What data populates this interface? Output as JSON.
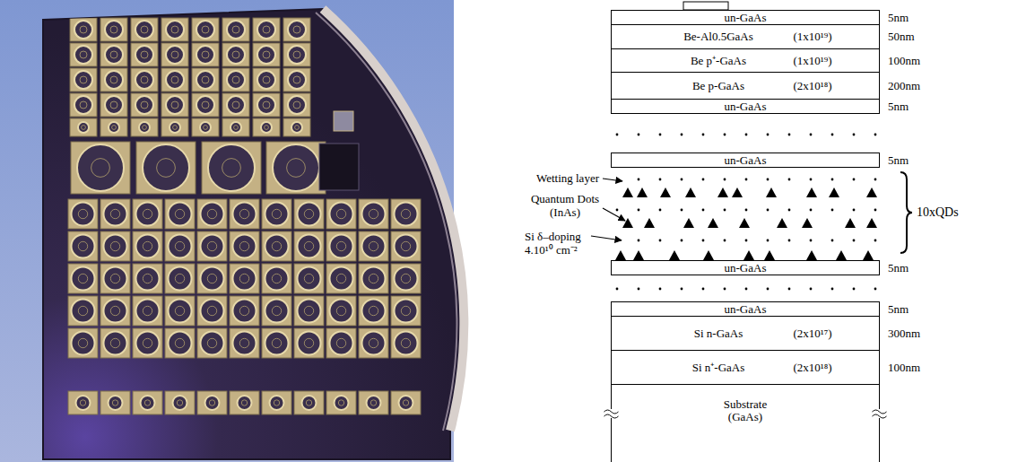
{
  "diagram": {
    "nodes": [
      {
        "text": [
          "un-GaAs"
        ]
      },
      {
        "text": [
          "Be-Al0.5GaAs",
          "(1x10¹⁹)"
        ]
      },
      {
        "text": [
          "Be p⁺-GaAs",
          "(1x10¹⁹)"
        ]
      },
      {
        "text": [
          "Be p-GaAs",
          "(2x10¹⁸)"
        ]
      },
      {
        "text": [
          "un-GaAs"
        ]
      },
      {
        "text": [
          "un-GaAs"
        ]
      },
      {
        "text": [
          "un-GaAs"
        ]
      },
      {
        "text": [
          "un-GaAs"
        ]
      },
      {
        "text": [
          "Si n-GaAs",
          "(2x10¹⁷)"
        ]
      },
      {
        "text": [
          "Si n⁺-GaAs",
          "(2x10¹⁸)"
        ]
      },
      {
        "text": [
          "Substrate (GaAs)"
        ]
      }
    ],
    "labels": [
      "5nm",
      "50nm",
      "100nm",
      "200nm",
      "5nm",
      "5nm",
      "5nm",
      "5nm",
      "300nm",
      "100nm",
      "Wetting layer",
      "Quantum Dots (InAs)",
      "Si δ–doping 4.10¹⁰ cm⁻²",
      "10xQDs"
    ]
  }
}
